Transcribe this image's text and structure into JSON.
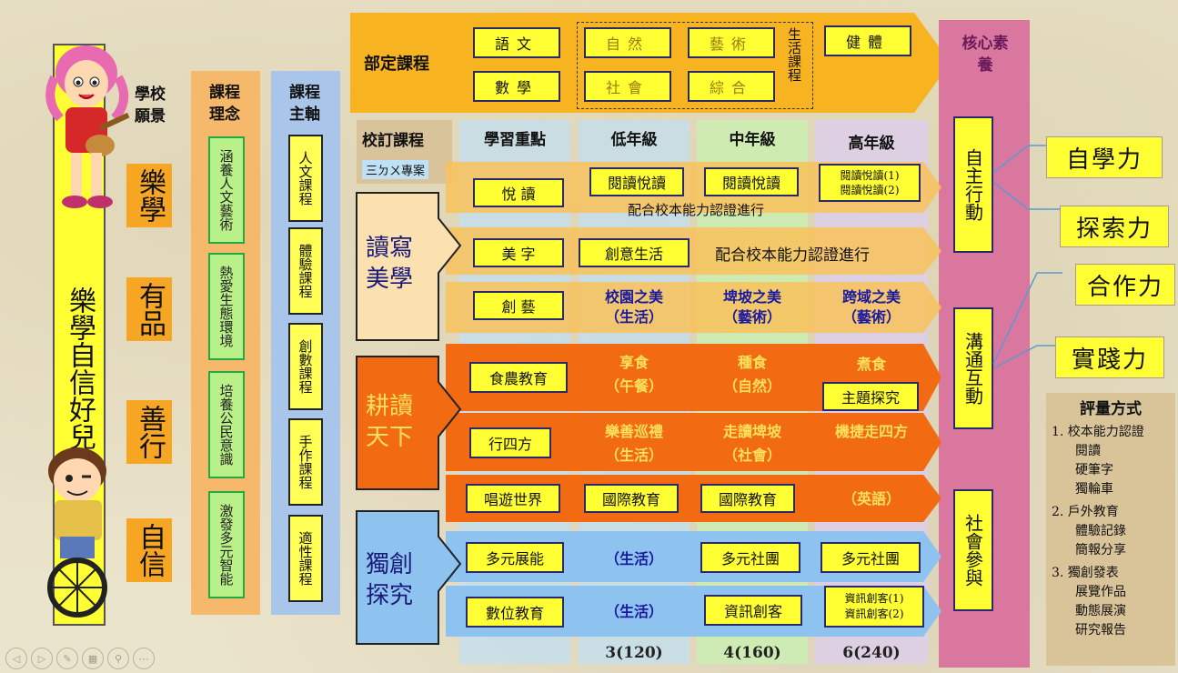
{
  "vision": {
    "header": "學校願景",
    "main": "樂學自信好兒童",
    "items": [
      "樂學",
      "有品",
      "善行",
      "自信"
    ]
  },
  "philosophy": {
    "header": "課程理念",
    "items": [
      "涵養人文藝術",
      "熱愛生態環境",
      "培養公民意識",
      "激發多元智能"
    ]
  },
  "axis": {
    "header": "課程主軸",
    "items": [
      "人文課程",
      "體驗課程",
      "創數課程",
      "手作課程",
      "適性課程"
    ]
  },
  "required": {
    "label": "部定課程",
    "subjects": [
      "語文",
      "數學",
      "自然",
      "藝術",
      "社會",
      "綜合",
      "健體"
    ],
    "life_label": "生活課程"
  },
  "core": {
    "header": "核心素養",
    "items": [
      "自主行動",
      "溝通互動",
      "社會參與"
    ]
  },
  "school": {
    "label": "校訂課程",
    "sub": "三ㄉㄨ專案",
    "col_focus": "學習重點",
    "col_low": "低年級",
    "col_mid": "中年級",
    "col_high": "高年級"
  },
  "domains": [
    "讀寫美學",
    "耕讀天下",
    "獨創探究"
  ],
  "rows": {
    "r1": {
      "focus": "悅 讀",
      "low": "閱讀悅讀",
      "mid": "閱讀悅讀",
      "high1": "閱讀悅讀(1)",
      "high2": "閱讀悅讀(2)",
      "note": "配合校本能力認證進行"
    },
    "r2": {
      "focus": "美 字",
      "low": "創意生活",
      "note": "配合校本能力認證進行"
    },
    "r3": {
      "focus": "創 藝",
      "low": "校園之美",
      "low2": "（生活）",
      "mid": "埤坡之美",
      "mid2": "（藝術）",
      "high": "跨域之美",
      "high2": "（藝術）"
    },
    "r4": {
      "focus": "食農教育",
      "low": "享食",
      "low2": "（午餐）",
      "mid": "種食",
      "mid2": "（自然）",
      "high": "煮食",
      "high2": "主題探究"
    },
    "r5": {
      "focus": "行四方",
      "low": "樂善巡禮",
      "low2": "（生活）",
      "mid": "走讀埤坡",
      "mid2": "（社會）",
      "high": "機捷走四方"
    },
    "r6": {
      "focus": "唱遊世界",
      "low": "國際教育",
      "mid": "國際教育",
      "high": "（英語）"
    },
    "r7": {
      "focus": "多元展能",
      "low": "（生活）",
      "mid": "多元社團",
      "high": "多元社團"
    },
    "r8": {
      "focus": "數位教育",
      "low": "（生活）",
      "mid": "資訊創客",
      "high1": "資訊創客(1)",
      "high2": "資訊創客(2)"
    }
  },
  "hours": {
    "low": "3(120)",
    "mid": "4(160)",
    "high": "6(240)"
  },
  "abilities": [
    "自學力",
    "探索力",
    "合作力",
    "實踐力"
  ],
  "assessment": {
    "title": "評量方式",
    "lines": [
      "1. 校本能力認證",
      "閱讀",
      "硬筆字",
      "獨輪車",
      "2. 戶外教育",
      "體驗記錄",
      "簡報分享",
      "3. 獨創發表",
      "展覽作品",
      "動態展演",
      "研究報告"
    ]
  },
  "colors": {
    "yellow": "#ffff33",
    "orange": "#f6a623",
    "deep_orange": "#f26a12",
    "blue": "#8ec3f0",
    "pink": "#d9779f"
  }
}
